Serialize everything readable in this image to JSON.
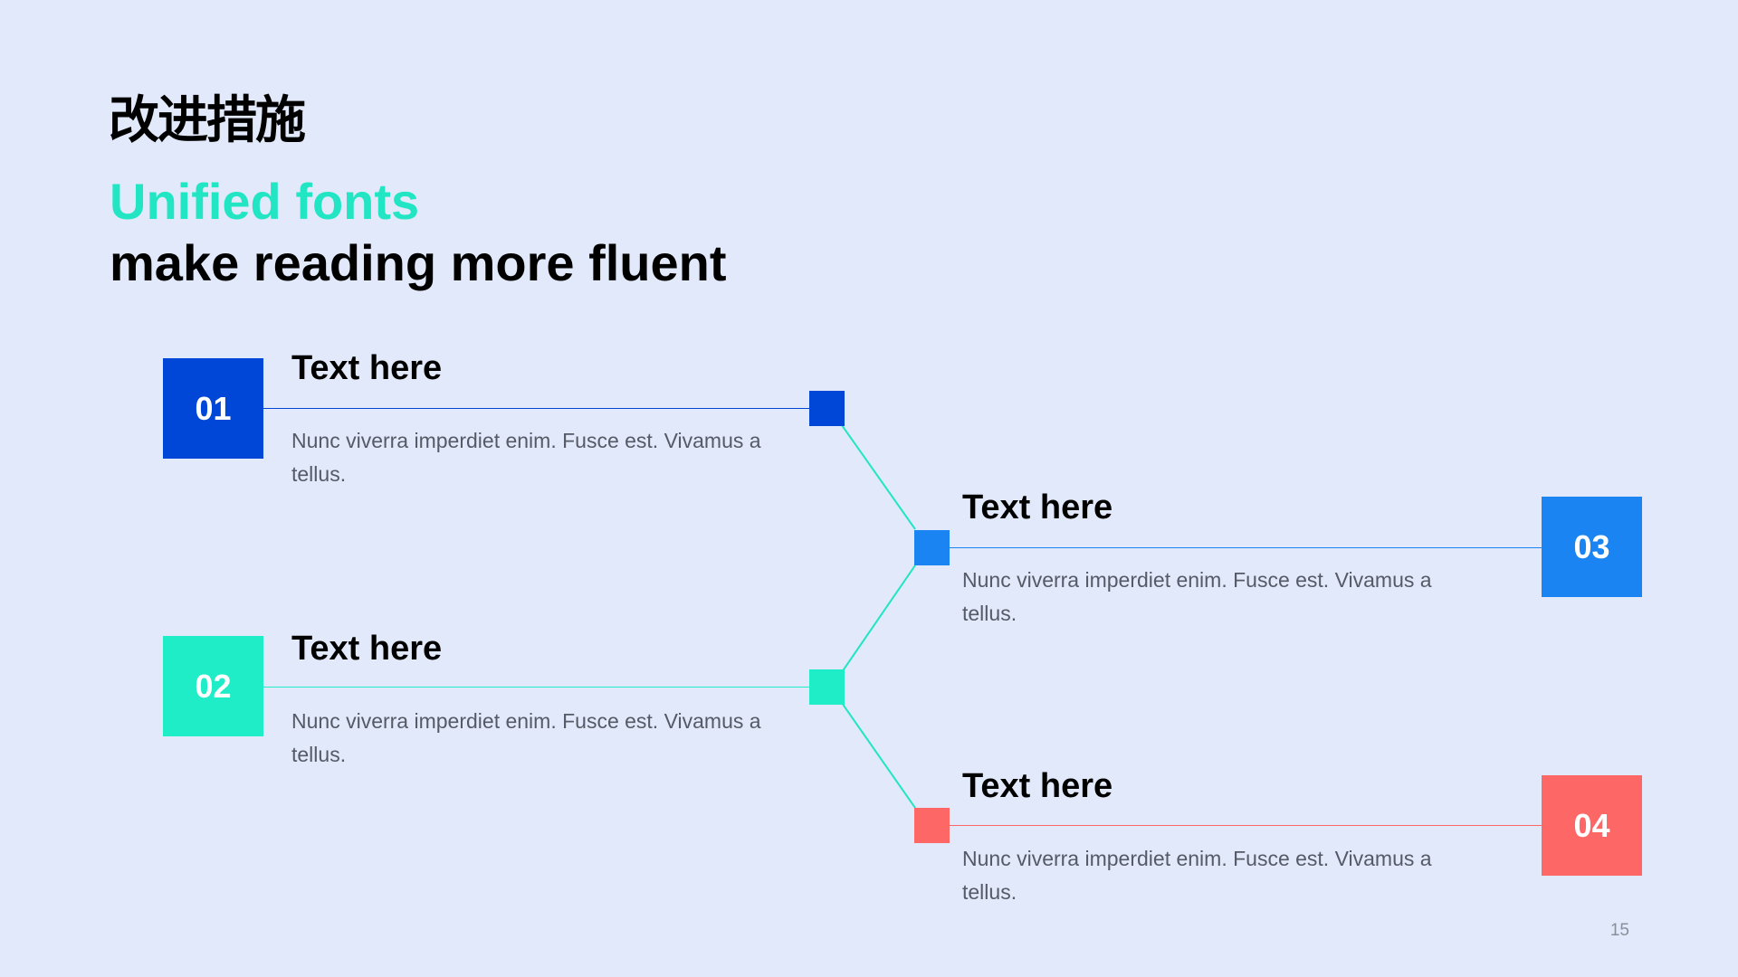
{
  "slide": {
    "title": "改进措施",
    "subtitle_accent": "Unified fonts",
    "subtitle_main": "make reading more fluent",
    "page_number": "15"
  },
  "colors": {
    "background": "#e2e9fb",
    "accent_teal": "#22e6c3",
    "blue_dark": "#0047d8",
    "blue_light": "#1a85f2",
    "teal": "#1fedc7",
    "coral": "#fd6766",
    "connector": "#22e6c3"
  },
  "items": [
    {
      "number": "01",
      "title": "Text here",
      "description": "Nunc viverra imperdiet enim. Fusce est. Vivamus a tellus.",
      "color": "#0047d8"
    },
    {
      "number": "02",
      "title": "Text here",
      "description": "Nunc viverra imperdiet enim. Fusce est. Vivamus a tellus.",
      "color": "#1fedc7"
    },
    {
      "number": "03",
      "title": "Text here",
      "description": "Nunc viverra imperdiet enim. Fusce est. Vivamus a tellus.",
      "color": "#1a85f2"
    },
    {
      "number": "04",
      "title": "Text here",
      "description": "Nunc viverra imperdiet enim. Fusce est. Vivamus a tellus.",
      "color": "#fd6766"
    }
  ]
}
